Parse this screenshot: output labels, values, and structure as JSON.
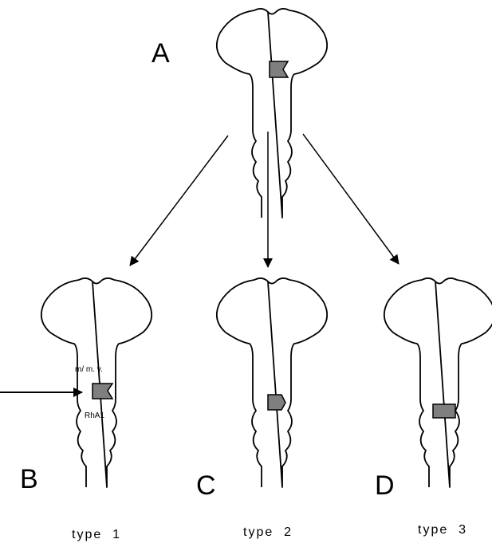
{
  "diagram": {
    "panels": [
      {
        "id": "A",
        "letter": "A",
        "graft_level": "hindbrain-top"
      },
      {
        "id": "B",
        "letter": "B",
        "type_label": "type  1",
        "region_labels": [
          "m/ m. v.",
          "RhA1"
        ]
      },
      {
        "id": "C",
        "letter": "C",
        "type_label": "type  2"
      },
      {
        "id": "D",
        "letter": "D",
        "type_label": "type  3"
      }
    ],
    "colors": {
      "outline": "#000000",
      "graft_fill": "#7f7f7f",
      "background": "#ffffff"
    }
  }
}
